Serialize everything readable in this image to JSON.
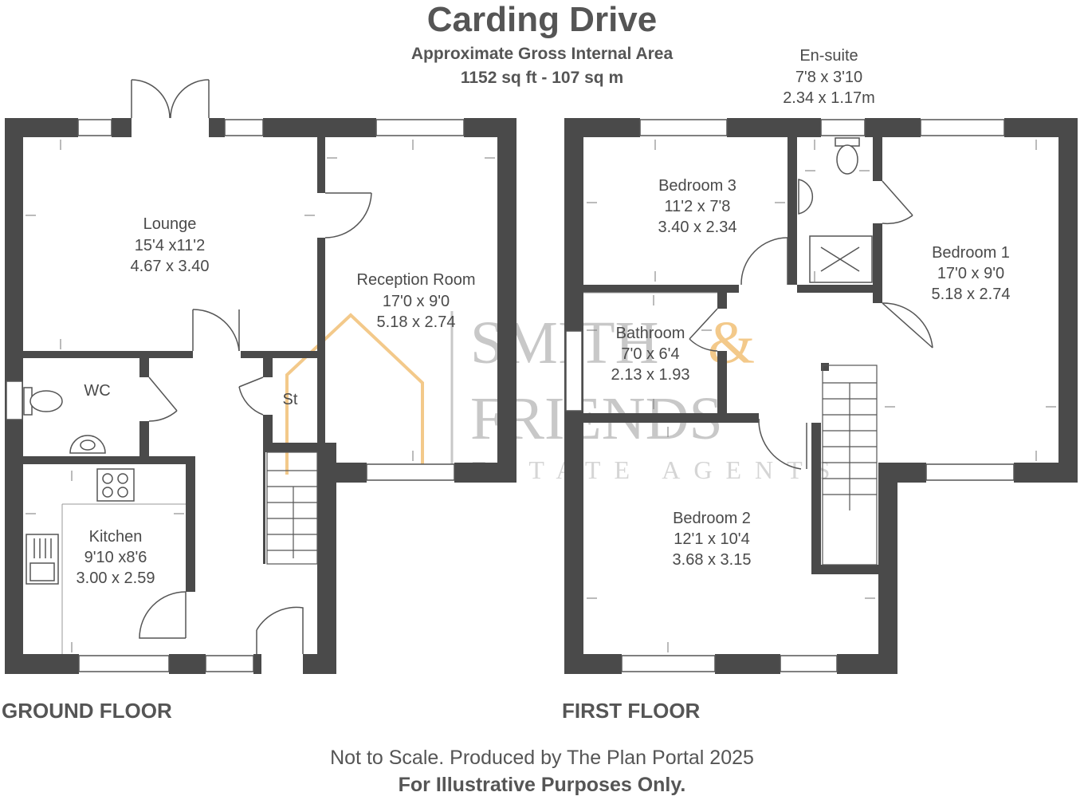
{
  "header": {
    "title": "Carding Drive",
    "area_label": "Approximate Gross Internal Area",
    "area_value": "1152 sq ft - 107 sq m"
  },
  "floors": [
    {
      "label": "GROUND FLOOR"
    },
    {
      "label": "FIRST FLOOR"
    }
  ],
  "rooms": {
    "lounge": {
      "name": "Lounge",
      "imperial": "15'4 x11'2",
      "metric": "4.67 x  3.40"
    },
    "reception": {
      "name": "Reception Room",
      "imperial": "17'0 x 9'0",
      "metric": "5.18 x 2.74"
    },
    "wc": {
      "name": "WC"
    },
    "store": {
      "name": "St"
    },
    "kitchen": {
      "name": "Kitchen",
      "imperial": "9'10 x8'6",
      "metric": "3.00 x 2.59"
    },
    "ensuite": {
      "name": "En-suite",
      "imperial": "7'8 x 3'10",
      "metric": "2.34 x 1.17m"
    },
    "bedroom3": {
      "name": "Bedroom 3",
      "imperial": "11'2 x 7'8",
      "metric": "3.40 x 2.34"
    },
    "bedroom1": {
      "name": "Bedroom 1",
      "imperial": "17'0 x 9'0",
      "metric": "5.18 x 2.74"
    },
    "bathroom": {
      "name": "Bathroom",
      "imperial": "7'0 x 6'4",
      "metric": "2.13 x 1.93"
    },
    "bedroom2": {
      "name": "Bedroom 2",
      "imperial": "12'1 x 10'4",
      "metric": "3.68 x  3.15"
    }
  },
  "watermark": {
    "line1a": "SMITH",
    "line1b": "&",
    "line2": "FRIENDS",
    "line3": "ESTATE AGENTS",
    "colors": {
      "grey": "#c8c8c8",
      "gold": "#f3c98a"
    }
  },
  "footer": {
    "note": "Not to Scale. Produced by The Plan Portal 2025",
    "disclaimer": "For Illustrative Purposes Only."
  },
  "colors": {
    "wall": "#4a4a4a",
    "line": "#555555"
  }
}
